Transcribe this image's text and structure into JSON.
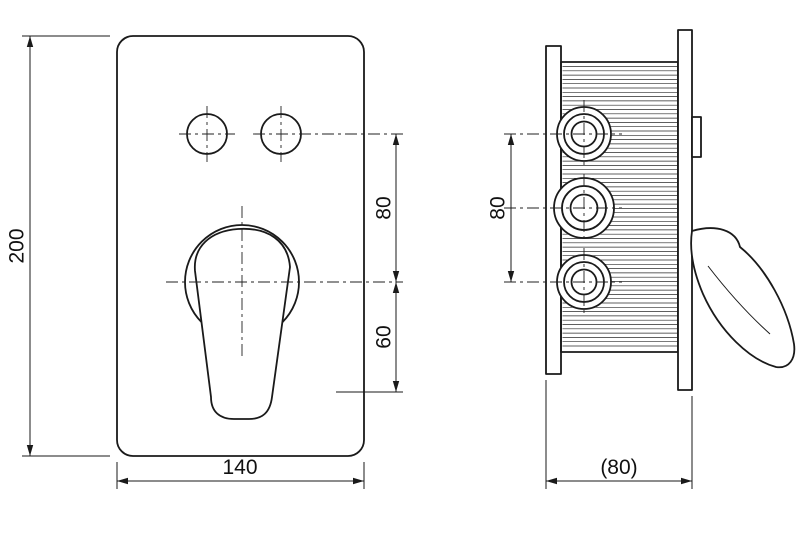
{
  "dimensions": {
    "front_height": "200",
    "front_width": "140",
    "front_upper_span": "80",
    "front_lower_span": "60",
    "side_port_span": "80",
    "side_depth": "(80)"
  },
  "colors": {
    "line": "#1a1a1a",
    "background": "#ffffff"
  }
}
